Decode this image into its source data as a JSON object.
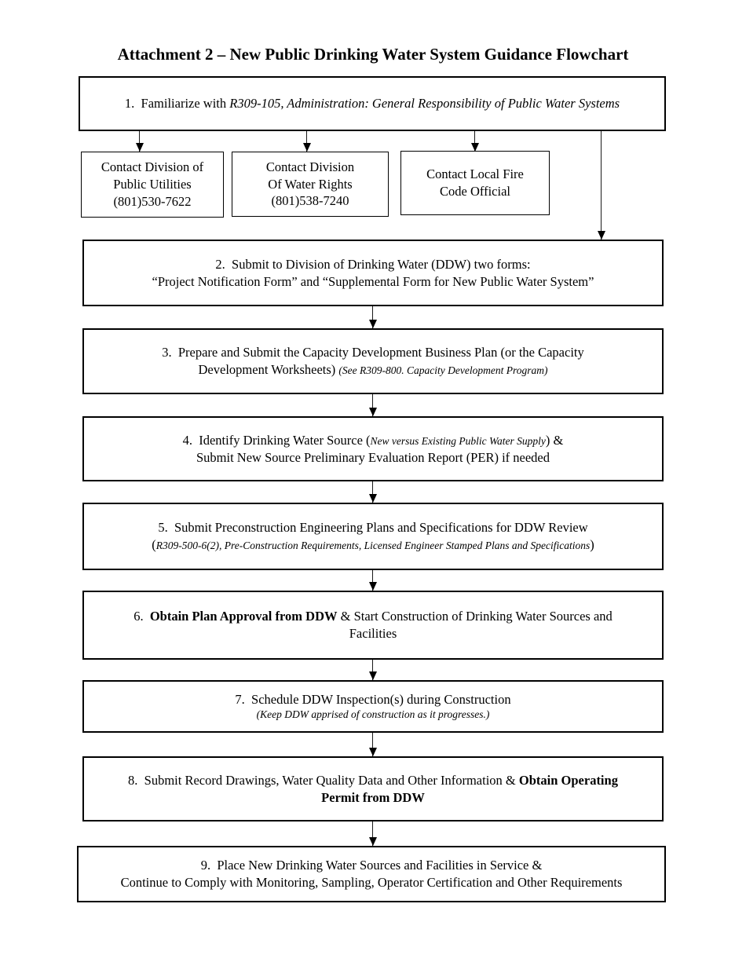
{
  "page_title": "Attachment 2 – New Public Drinking Water System Guidance Flowchart",
  "colors": {
    "ink": "#000000",
    "paper": "#ffffff"
  },
  "step1": {
    "prefix": "1.  Familiarize with ",
    "regulation": "R309-105, Administration: General Responsibility of Public Water Systems"
  },
  "contacts": {
    "public_utilities": {
      "line1": "Contact Division of",
      "line2": "Public Utilities",
      "phone": "(801)530-7622"
    },
    "water_rights": {
      "line1": "Contact Division",
      "line2": "Of Water Rights",
      "phone": "(801)538-7240"
    },
    "fire_code": {
      "line1": "Contact Local Fire",
      "line2": "Code Official"
    }
  },
  "step2": {
    "line1": "2.  Submit to Division of Drinking Water (DDW) two forms:",
    "line2": "“Project Notification Form” and “Supplemental Form for New Public Water System”"
  },
  "step3": {
    "line1": "3.  Prepare and Submit the Capacity Development Business Plan (or the Capacity",
    "line2_text": "Development Worksheets) ",
    "line2_note": "(See R309-800. Capacity Development Program)"
  },
  "step4": {
    "line1_pre": "4.  Identify Drinking Water Source (",
    "line1_note": "New versus Existing Public Water Supply",
    "line1_post": ") &",
    "line2": "Submit New Source Preliminary Evaluation Report (PER) if needed"
  },
  "step5": {
    "line1": "5.  Submit Preconstruction Engineering Plans and Specifications for DDW Review",
    "line2_open": "(",
    "line2_note": "R309-500-6(2), Pre-Construction Requirements, Licensed Engineer Stamped Plans and Specifications",
    "line2_close": ")"
  },
  "step6": {
    "line1_num": "6.  ",
    "line1_bold": "Obtain Plan Approval from DDW",
    "line1_rest": " & Start Construction of Drinking Water Sources and",
    "line2": "Facilities"
  },
  "step7": {
    "line1": "7.  Schedule DDW Inspection(s) during Construction",
    "line2_note": "(Keep DDW apprised of construction as it progresses.)"
  },
  "step8": {
    "line1_text": "8.  Submit Record Drawings, Water Quality Data and Other Information & ",
    "line1_bold": "Obtain Operating",
    "line2_bold": "Permit from DDW"
  },
  "step9": {
    "line1": "9.  Place New Drinking Water Sources and Facilities in Service &",
    "line2": "Continue to Comply with Monitoring, Sampling, Operator Certification and Other Requirements"
  }
}
